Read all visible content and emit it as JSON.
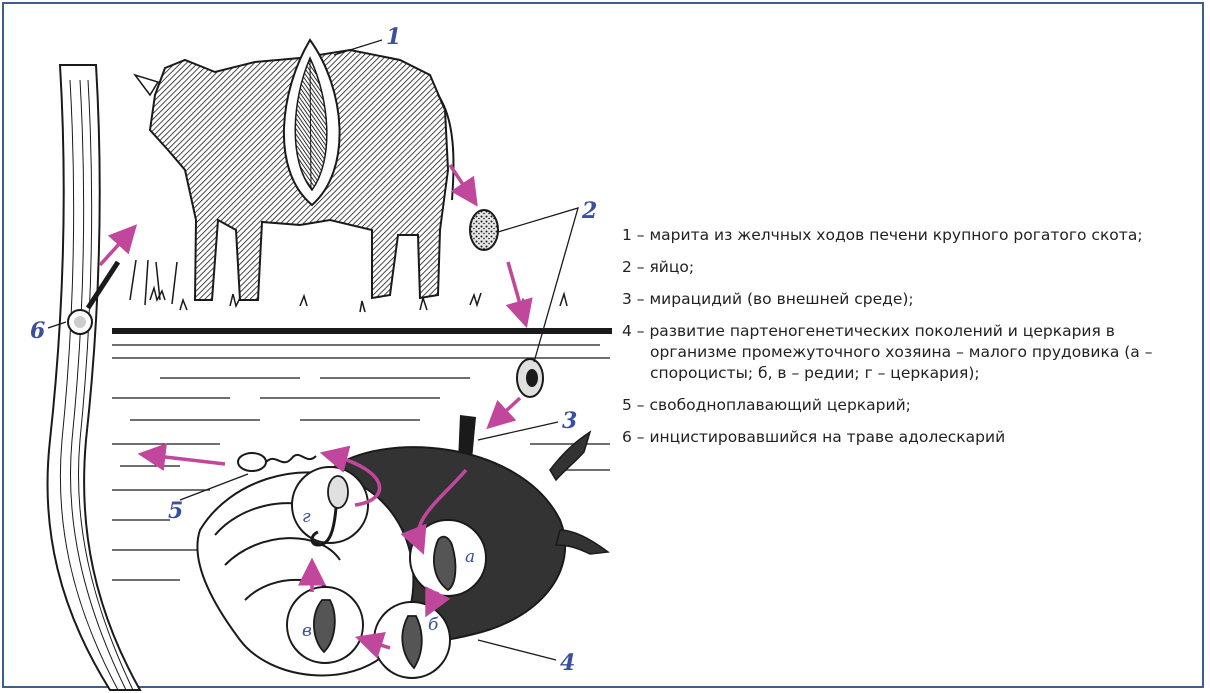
{
  "colors": {
    "frame": "#3d5f8c",
    "arrow": "#c1479c",
    "number": "#3b4fa0",
    "drawing": "#1a1a1a",
    "text": "#231f20"
  },
  "diagram": {
    "callouts": [
      "1",
      "2",
      "3",
      "4",
      "5",
      "6"
    ],
    "inset_labels": [
      "г",
      "а",
      "в",
      "б"
    ]
  },
  "legend": {
    "items": [
      "1 – марита из желчных ходов печени крупного рогатого скота;",
      "2 – яйцо;",
      "3 – мирацидий (во внешней среде);",
      "4 – развитие партеногенетических поколений и церкария в организме промежуточного хозяина – малого прудовика (а – спороцисты; б, в – редии; г – церкария);",
      "5 – свободноплавающий церкарий;",
      "6 – инцистировавшийся на траве адолескарий"
    ]
  }
}
